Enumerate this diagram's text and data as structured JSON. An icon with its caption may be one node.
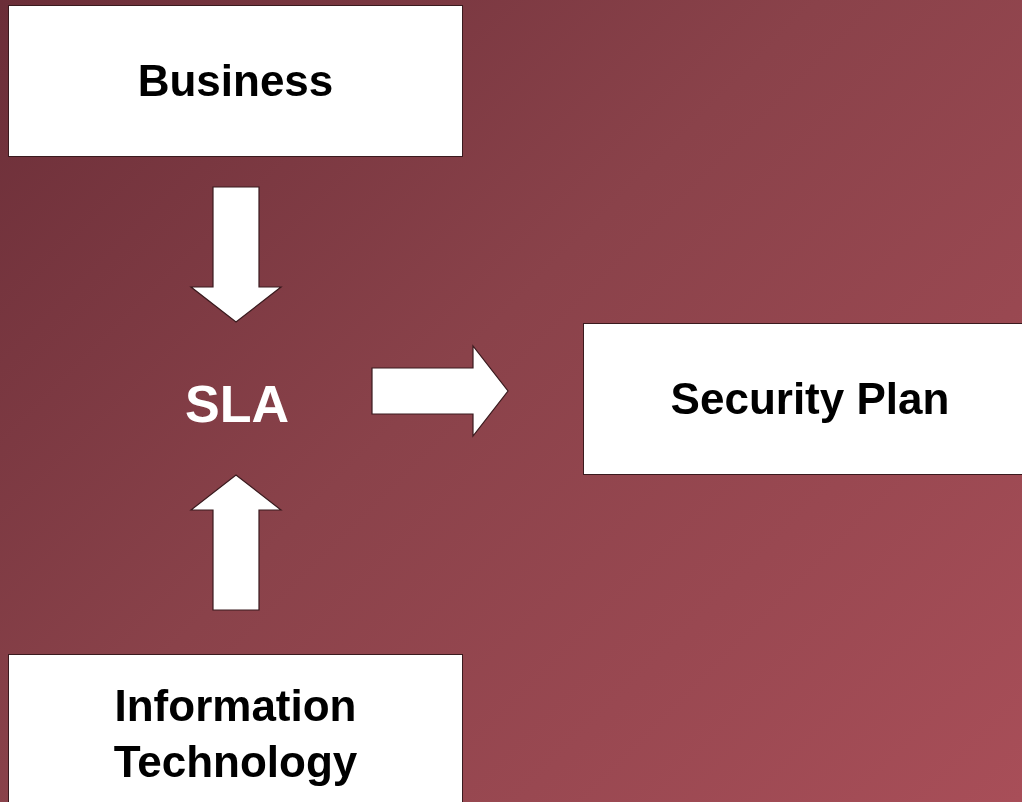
{
  "diagram": {
    "nodes": [
      {
        "text": [
          "Business"
        ]
      },
      {
        "text": [
          "SLA"
        ]
      },
      {
        "text": [
          "Security Plan"
        ]
      },
      {
        "text": [
          "Information Technology"
        ]
      }
    ],
    "edges": [
      {
        "from": 0,
        "to": 1,
        "arrow": "to"
      },
      {
        "from": 3,
        "to": 1,
        "arrow": "to"
      },
      {
        "from": 1,
        "to": 2,
        "arrow": "to"
      }
    ]
  }
}
